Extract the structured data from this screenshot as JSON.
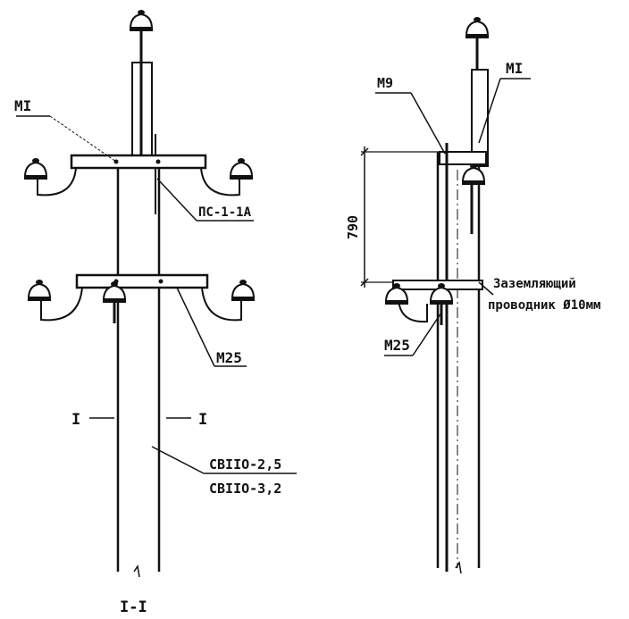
{
  "left_view": {
    "labels": {
      "crossarm_top": "MI",
      "clamp": "ПС-1-1А",
      "crossarm_bottom": "M25",
      "section_left": "I",
      "section_right": "I",
      "pole_type_1": "CBIIO-2,5",
      "pole_type_2": "CBIIO-3,2",
      "section_title": "I-I"
    }
  },
  "right_view": {
    "labels": {
      "bracket": "M9",
      "crossarm_top": "MI",
      "dimension": "790",
      "grounding_line1": "Заземляющий",
      "grounding_line2": "проводник Ø10мм",
      "crossarm_bottom": "M25"
    }
  }
}
